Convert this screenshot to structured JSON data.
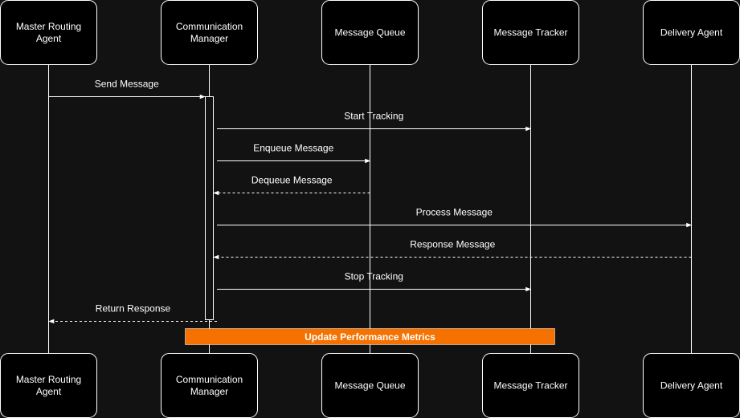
{
  "participants": [
    {
      "id": "mra",
      "lines": [
        "Master Routing",
        "Agent"
      ]
    },
    {
      "id": "cm",
      "lines": [
        "Communication",
        "Manager"
      ]
    },
    {
      "id": "mq",
      "lines": [
        "Message Queue"
      ]
    },
    {
      "id": "mt",
      "lines": [
        "Message Tracker"
      ]
    },
    {
      "id": "da",
      "lines": [
        "Delivery Agent"
      ]
    }
  ],
  "messages": [
    {
      "label": "Send Message",
      "from": "mra",
      "to": "cm",
      "style": "solid"
    },
    {
      "label": "Start Tracking",
      "from": "cm",
      "to": "mt",
      "style": "solid"
    },
    {
      "label": "Enqueue Message",
      "from": "cm",
      "to": "mq",
      "style": "solid"
    },
    {
      "label": "Dequeue Message",
      "from": "mq",
      "to": "cm",
      "style": "dashed"
    },
    {
      "label": "Process Message",
      "from": "cm",
      "to": "da",
      "style": "solid"
    },
    {
      "label": "Response Message",
      "from": "da",
      "to": "cm",
      "style": "dashed"
    },
    {
      "label": "Stop Tracking",
      "from": "cm",
      "to": "mt",
      "style": "solid"
    },
    {
      "label": "Return Response",
      "from": "cm",
      "to": "mra",
      "style": "dashed"
    }
  ],
  "note": {
    "label": "Update Performance Metrics",
    "color": "#f57200"
  },
  "colors": {
    "background": "#121212",
    "box_fill": "#000000",
    "line": "#ffffff",
    "note": "#f57200"
  }
}
